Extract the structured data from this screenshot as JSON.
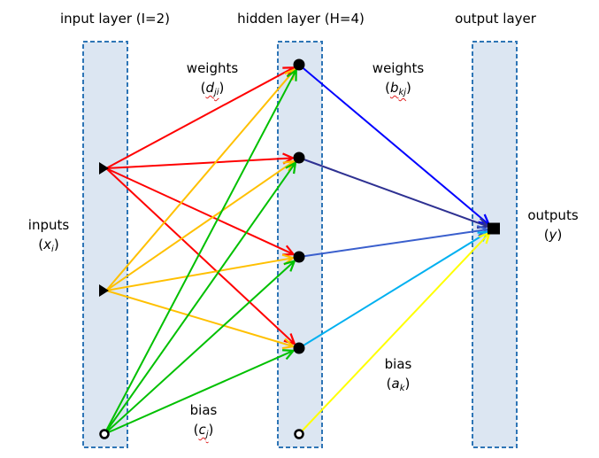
{
  "layers": [
    {
      "id": "input",
      "title": "input layer (I=2)"
    },
    {
      "id": "hidden",
      "title": "hidden layer (H=4)"
    },
    {
      "id": "output",
      "title": "output layer"
    }
  ],
  "labels": {
    "weights_d": {
      "word": "weights",
      "symbol": "d",
      "subscript": "ji"
    },
    "weights_b": {
      "word": "weights",
      "symbol": "b",
      "subscript": "kj"
    },
    "bias_c": {
      "word": "bias",
      "symbol": "c",
      "subscript": "j"
    },
    "bias_a": {
      "word": "bias",
      "symbol": "a",
      "subscript": "k"
    },
    "inputs": {
      "word": "inputs",
      "symbol": "x",
      "subscript": "i"
    },
    "outputs": {
      "word": "outputs",
      "symbol": "y",
      "subscript": ""
    }
  },
  "nodes": {
    "input": [
      {
        "id": "x1",
        "shape": "triangle"
      },
      {
        "id": "x2",
        "shape": "triangle"
      },
      {
        "id": "bias_in",
        "shape": "ring"
      }
    ],
    "hidden": [
      {
        "id": "h1",
        "shape": "dot"
      },
      {
        "id": "h2",
        "shape": "dot"
      },
      {
        "id": "h3",
        "shape": "dot"
      },
      {
        "id": "h4",
        "shape": "dot"
      },
      {
        "id": "bias_hid",
        "shape": "ring"
      }
    ],
    "output": [
      {
        "id": "y",
        "shape": "square"
      }
    ]
  },
  "edges": [
    {
      "from": "x1",
      "to": "h1",
      "color": "#ff0000"
    },
    {
      "from": "x1",
      "to": "h2",
      "color": "#ff0000"
    },
    {
      "from": "x1",
      "to": "h3",
      "color": "#ff0000"
    },
    {
      "from": "x1",
      "to": "h4",
      "color": "#ff0000"
    },
    {
      "from": "x2",
      "to": "h1",
      "color": "#ffc000"
    },
    {
      "from": "x2",
      "to": "h2",
      "color": "#ffc000"
    },
    {
      "from": "x2",
      "to": "h3",
      "color": "#ffc000"
    },
    {
      "from": "x2",
      "to": "h4",
      "color": "#ffc000"
    },
    {
      "from": "bias_in",
      "to": "h1",
      "color": "#00c000"
    },
    {
      "from": "bias_in",
      "to": "h2",
      "color": "#00c000"
    },
    {
      "from": "bias_in",
      "to": "h3",
      "color": "#00c000"
    },
    {
      "from": "bias_in",
      "to": "h4",
      "color": "#00c000"
    },
    {
      "from": "h1",
      "to": "y",
      "color": "#0000ff"
    },
    {
      "from": "h2",
      "to": "y",
      "color": "#2e3192"
    },
    {
      "from": "h3",
      "to": "y",
      "color": "#3a5fcd"
    },
    {
      "from": "h4",
      "to": "y",
      "color": "#00b0f0"
    },
    {
      "from": "bias_hid",
      "to": "y",
      "color": "#ffff00"
    }
  ],
  "colors": {
    "layer_fill": "#dce6f2",
    "layer_border": "#2e75b6",
    "node": "#000000"
  }
}
